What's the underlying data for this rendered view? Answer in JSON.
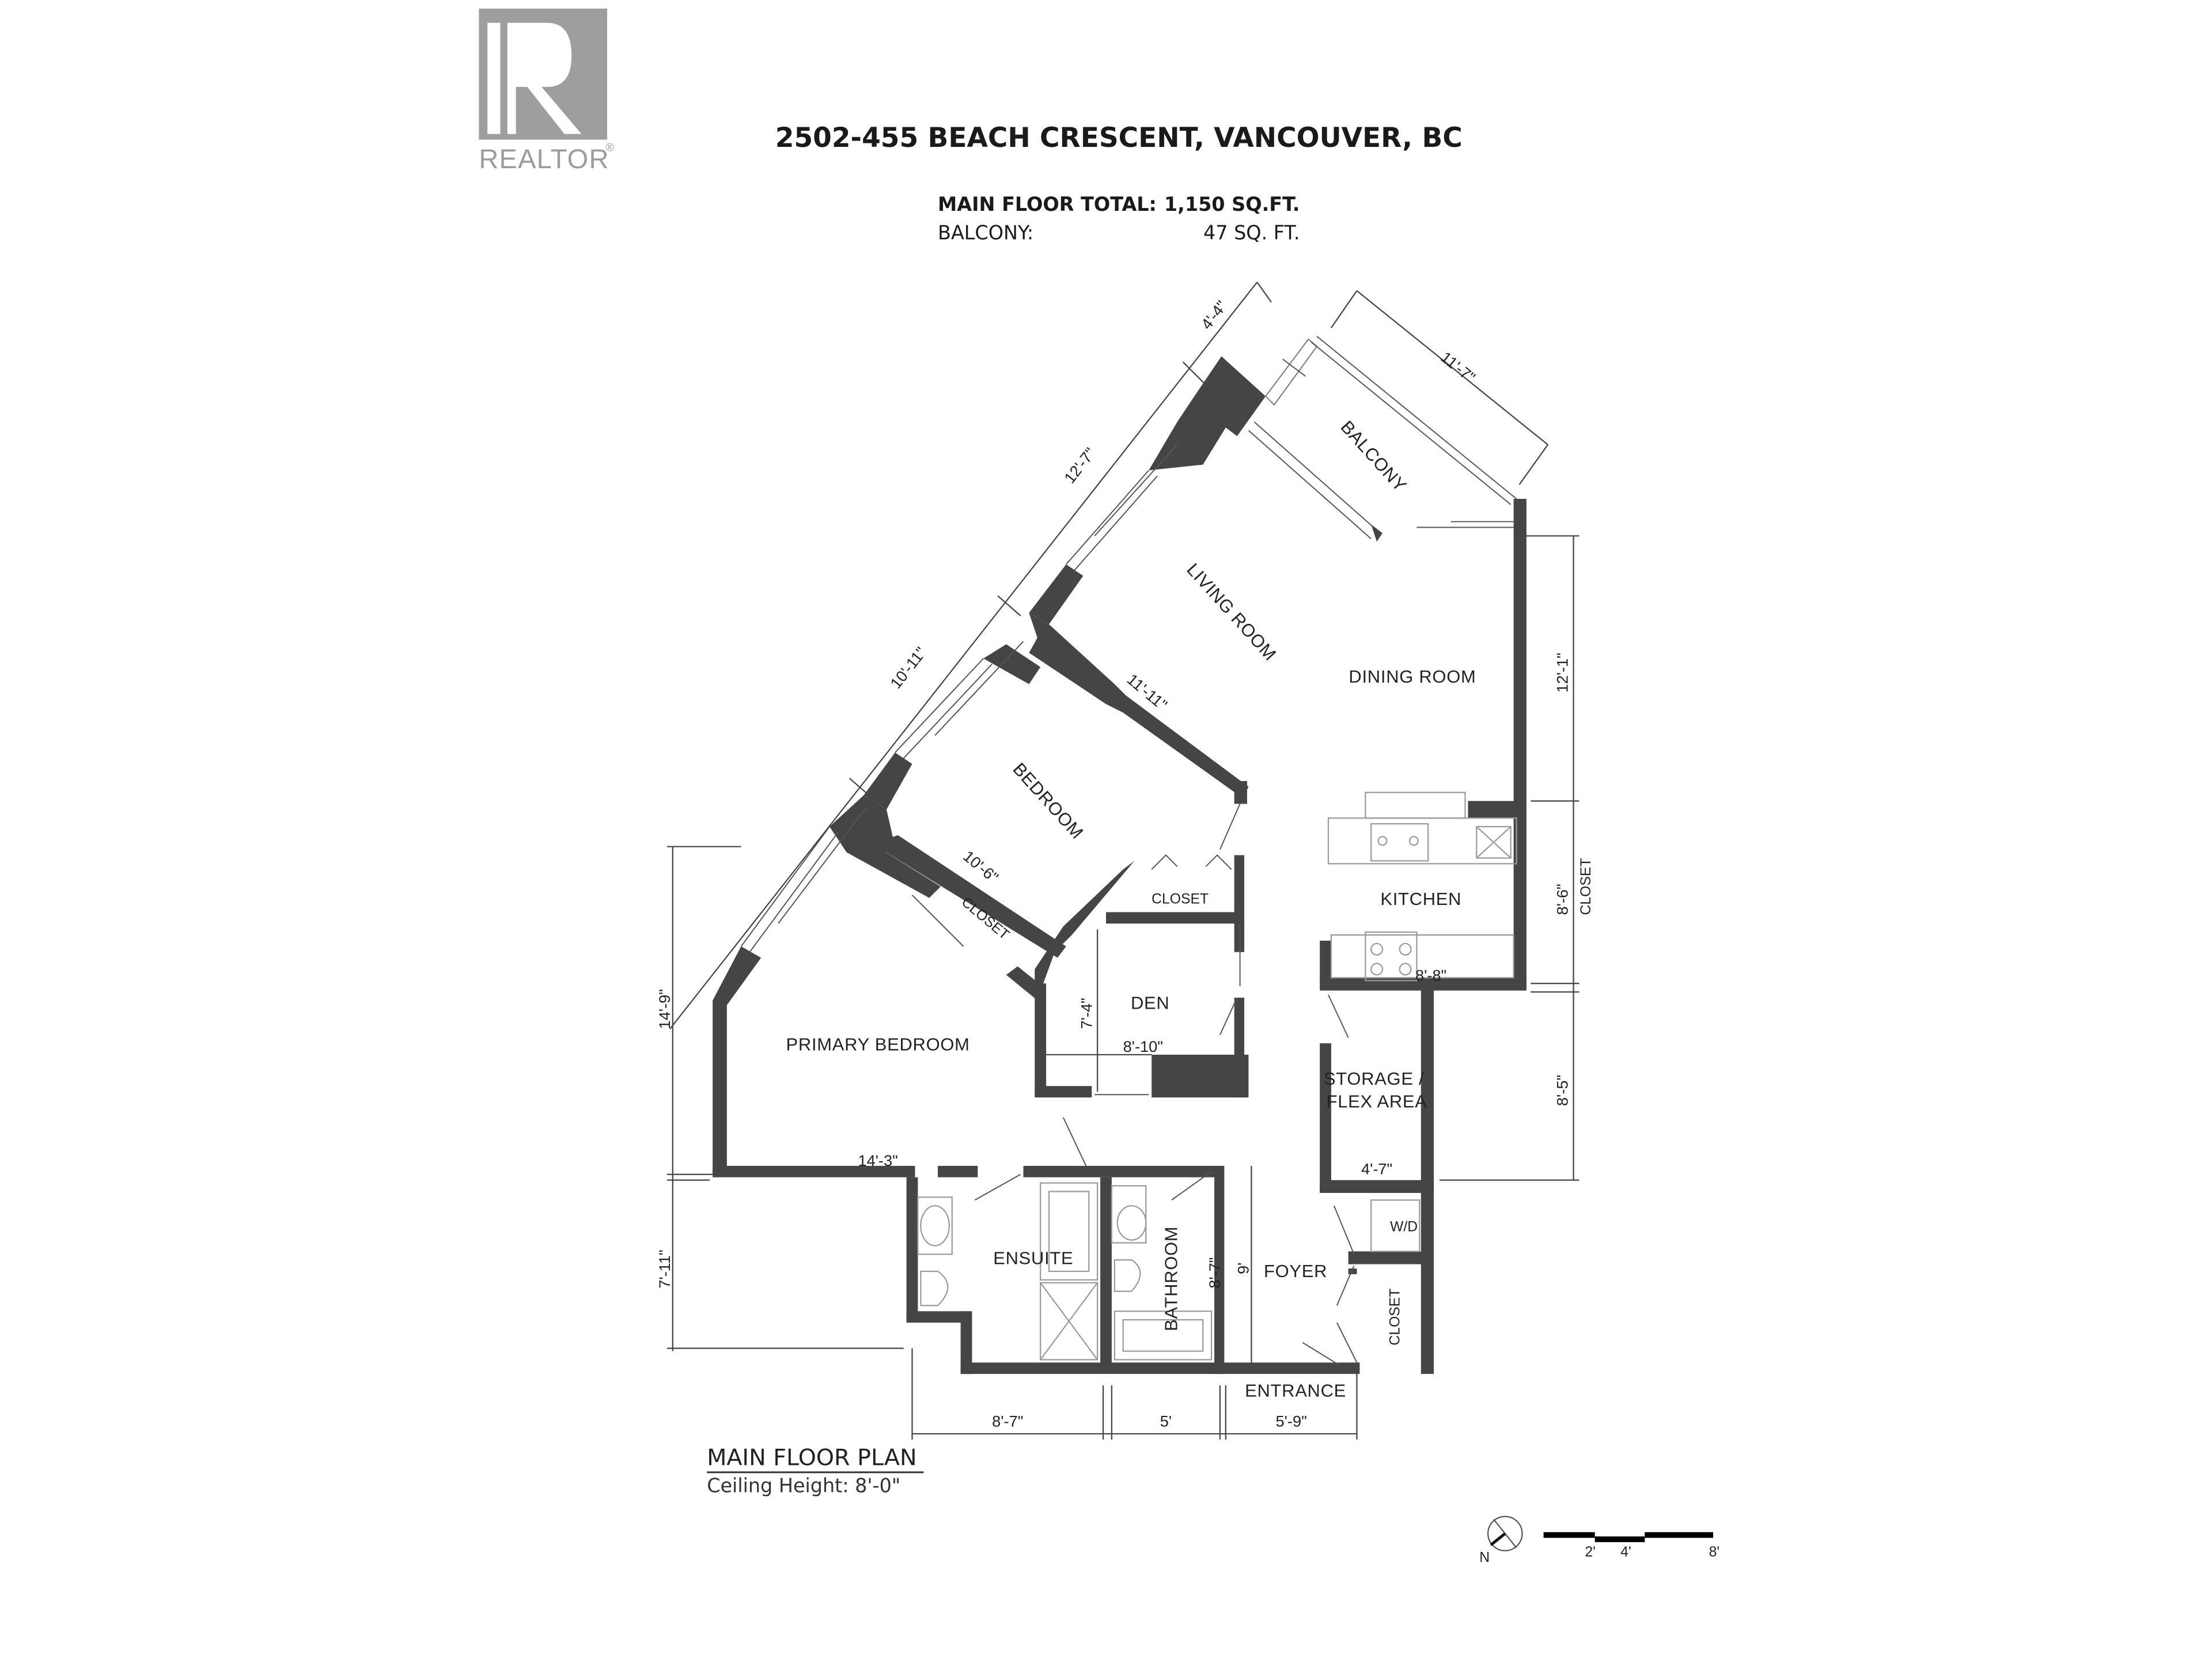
{
  "logo": {
    "text": "REALTOR",
    "mark": "®",
    "color": "#9e9e9e"
  },
  "header": {
    "address": "2502-455 BEACH CRESCENT, VANCOUVER, BC",
    "main_floor_label": "MAIN FLOOR TOTAL:",
    "main_floor_value": "1,150 SQ.FT.",
    "balcony_label": "BALCONY:",
    "balcony_value": "47 SQ. FT."
  },
  "rooms": {
    "balcony": "BALCONY",
    "living_room": "LIVING ROOM",
    "dining_room": "DINING ROOM",
    "kitchen": "KITCHEN",
    "bedroom": "BEDROOM",
    "bedroom_closet": "CLOSET",
    "primary_closet": "CLOSET",
    "den": "DEN",
    "primary_bedroom": "PRIMARY BEDROOM",
    "storage_line1": "STORAGE /",
    "storage_line2": "FLEX AREA",
    "ensuite": "ENSUITE",
    "bathroom": "BATHROOM",
    "foyer": "FOYER",
    "wd": "W/D",
    "foyer_closet": "CLOSET",
    "right_closet": "CLOSET",
    "entrance": "ENTRANCE"
  },
  "dimensions": {
    "balcony_width": "11'-7\"",
    "top_segment": "4'-4\"",
    "living_window": "12'-7\"",
    "bedroom_window": "10'-11\"",
    "bedroom_top": "11'-11\"",
    "bedroom_bottom": "10'-6\"",
    "dining_height": "12'-1\"",
    "kitchen_height": "8'-6\"",
    "kitchen_width": "8'-8\"",
    "storage_height": "8'-5\"",
    "storage_width": "4'-7\"",
    "den_height": "7'-4\"",
    "den_width": "8'-10\"",
    "primary_height": "14'-9\"",
    "primary_width": "14'-3\"",
    "ensuite_height": "7'-11\"",
    "bathroom_height": "8'-7\"",
    "foyer_height": "9'",
    "ensuite_width": "8'-7\"",
    "bathroom_width": "5'",
    "entrance_width": "5'-9\""
  },
  "plan": {
    "title": "MAIN FLOOR PLAN",
    "ceiling": "Ceiling Height: 8'-0\""
  },
  "legend": {
    "north": "N",
    "scale_ticks": [
      "2'",
      "4'",
      "8'"
    ]
  },
  "colors": {
    "wall": "#454545",
    "logo": "#9e9e9e",
    "text": "#1a1a1a"
  }
}
